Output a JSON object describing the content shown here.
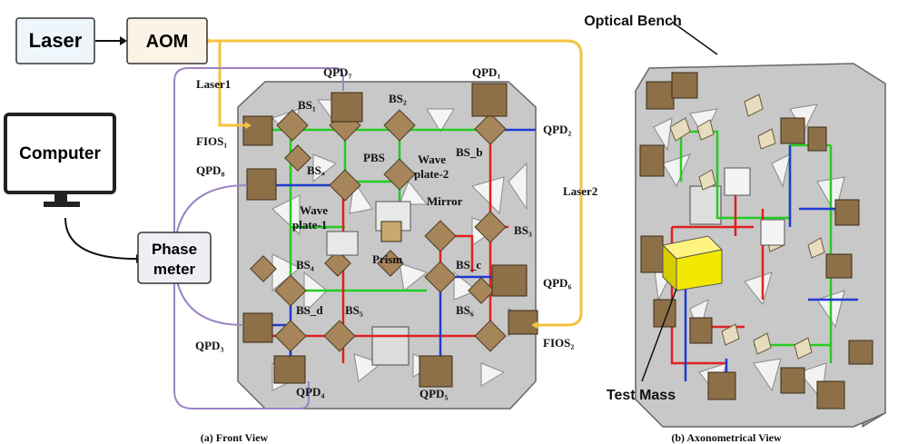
{
  "front_view": {
    "boxes": {
      "laser": "Laser",
      "aom": "AOM",
      "computer": "Computer",
      "phase_meter_line1": "Phase",
      "phase_meter_line2": "meter"
    },
    "labels": {
      "laser1": "Laser1",
      "laser2": "Laser2",
      "fios1": "FIOS₁",
      "fios2": "FIOS₂",
      "qpd1": "QPD₁",
      "qpd2": "QPD₂",
      "qpd3": "QPD₃",
      "qpd4": "QPD₄",
      "qpd5": "QPD₅",
      "qpd6": "QPD₆",
      "qpd7": "QPD₇",
      "qpd8": "QPD₈",
      "bs1": "BS₁",
      "bs2": "BS₂",
      "bs3": "BS₃",
      "bs4": "BS₄",
      "bs5": "BS₅",
      "bs6": "BS₆",
      "bsa": "BSₐ",
      "bsb": "BS_b",
      "bsc": "BS_c",
      "bsd": "BS_d",
      "pbs": "PBS",
      "wave2_line1": "Wave",
      "wave2_line2": "plate-2",
      "wave1_line1": "Wave",
      "wave1_line2": "plate-1",
      "mirror": "Mirror",
      "prism": "Prism"
    },
    "caption": "(a) Front View"
  },
  "axonometric_view": {
    "optical_bench": "Optical Bench",
    "test_mass": "Test Mass",
    "caption": "(b) Axonometrical View"
  },
  "colors": {
    "box_border": "#333333",
    "laser_fill": "#eef6fb",
    "aom_fill": "#fbf3e6",
    "computer_fill": "#ffffff",
    "phase_fill": "#f0eef5",
    "fiber_yellow": "#f5c242",
    "cable_purple": "#9b84c4",
    "beam_green": "#22cc22",
    "beam_red": "#e02020",
    "beam_blue": "#1f3ad0",
    "bench_gray": "#c8c8c8",
    "mount_brown": "#a6855a",
    "test_mass": "#f3e800"
  }
}
